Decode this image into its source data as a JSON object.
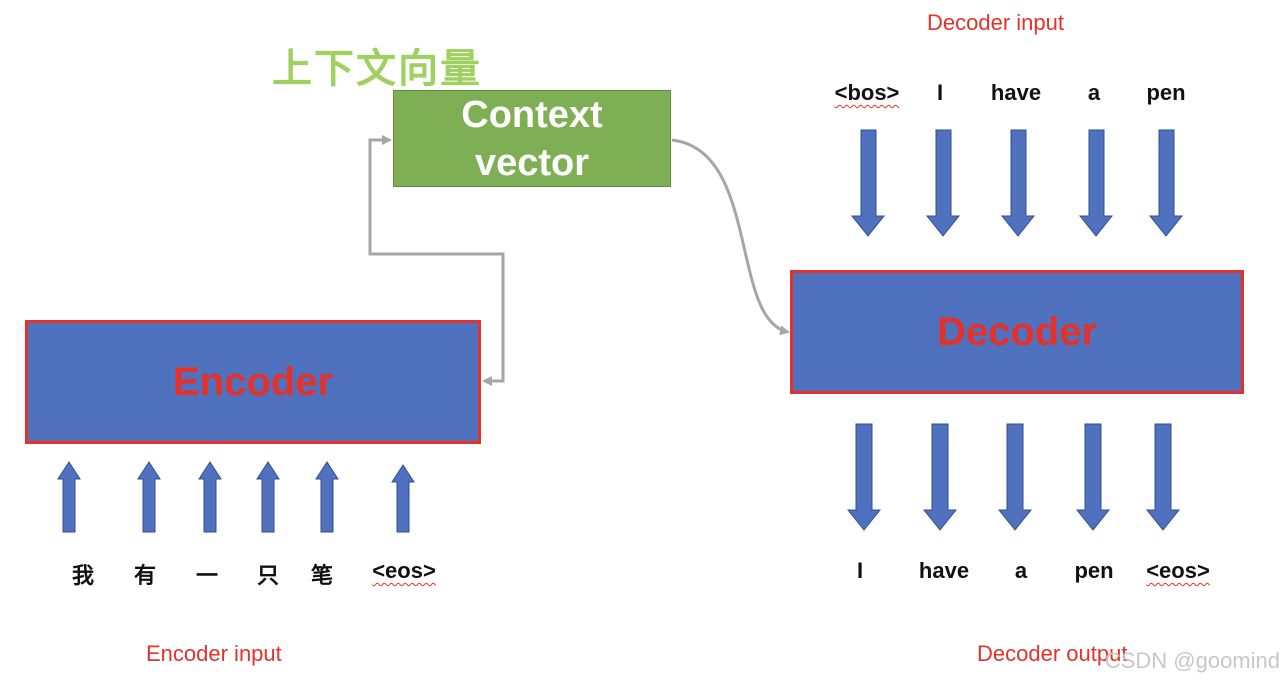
{
  "title_cn": "上下文向量",
  "context_box": {
    "line1": "Context",
    "line2": "vector"
  },
  "encoder": {
    "label": "Encoder"
  },
  "decoder": {
    "label": "Decoder"
  },
  "captions": {
    "decoder_input": "Decoder input",
    "encoder_input": "Encoder input",
    "decoder_output": "Decoder output"
  },
  "encoder_tokens": [
    "我",
    "有",
    "一",
    "只",
    "笔",
    "<eos>"
  ],
  "decoder_input_tokens": [
    "<bos>",
    "I",
    "have",
    "a",
    "pen"
  ],
  "decoder_output_tokens": [
    "I",
    "have",
    "a",
    "pen",
    "<eos>"
  ],
  "watermark": "CSDN @goomind",
  "colors": {
    "block_fill": "#4f71be",
    "block_border": "#e4322b",
    "context_fill": "#7faf55",
    "title_green": "#9fd060",
    "caption_red": "#e4322b",
    "connector_gray": "#a6a6a6"
  }
}
